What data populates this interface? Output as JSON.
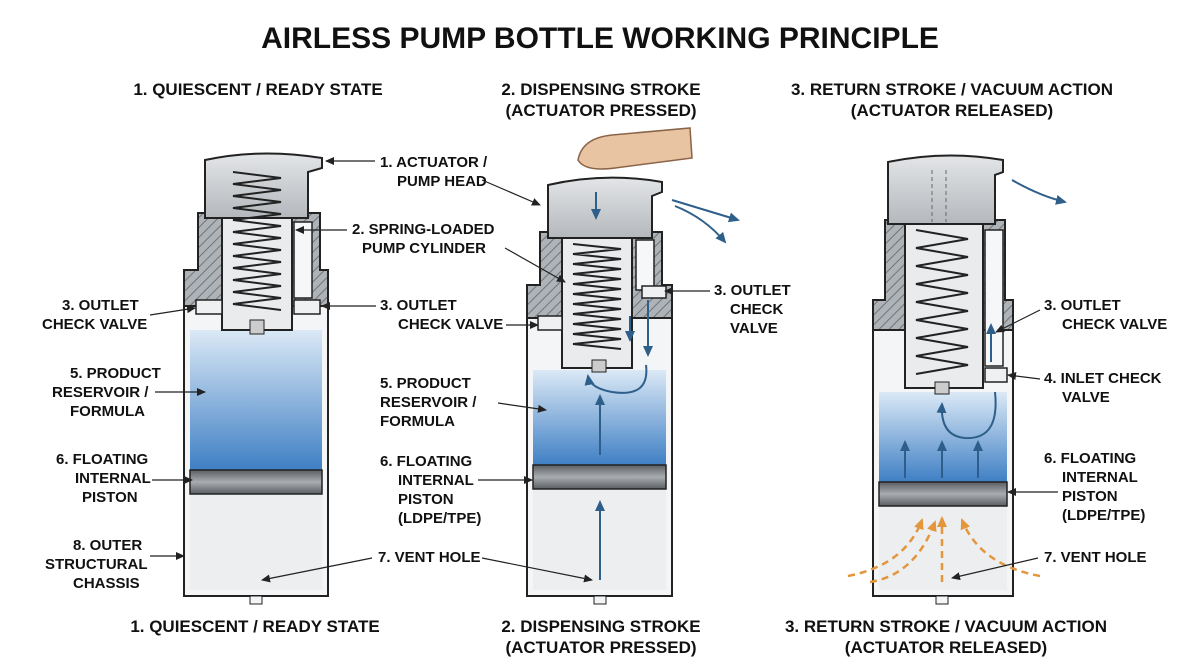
{
  "title": "AIRLESS PUMP BOTTLE WORKING PRINCIPLE",
  "stages": [
    {
      "top": [
        "1. QUIESCENT / READY STATE"
      ],
      "bottom": [
        "1. QUIESCENT / READY STATE"
      ]
    },
    {
      "top": [
        "2. DISPENSING STROKE",
        "(ACTUATOR PRESSED)"
      ],
      "bottom": [
        "2. DISPENSING STROKE",
        "(ACTUATOR PRESSED)"
      ]
    },
    {
      "top": [
        "3. RETURN STROKE / VACUUM ACTION",
        "(ACTUATOR RELEASED)"
      ],
      "bottom": [
        "3. RETURN STROKE / VACUUM ACTION",
        "(ACTUATOR RELEASED)"
      ]
    }
  ],
  "labels": {
    "actuator": [
      "1. ACTUATOR /",
      "PUMP HEAD"
    ],
    "cylinder": [
      "2. SPRING-LOADED",
      "PUMP CYLINDER"
    ],
    "outlet_left": [
      "3. OUTLET",
      "CHECK VALVE"
    ],
    "outlet_mid": [
      "3. OUTLET",
      "CHECK VALVE"
    ],
    "reservoir_left": [
      "5. PRODUCT",
      "RESERVOIR /",
      "FORMULA"
    ],
    "piston_left": [
      "6. FLOATING",
      "INTERNAL",
      "PISTON"
    ],
    "chassis": [
      "8. OUTER",
      "STRUCTURAL",
      "CHASSIS"
    ],
    "reservoir_mid": [
      "5. PRODUCT",
      "RESERVOIR /",
      "FORMULA"
    ],
    "piston_mid": [
      "6. FLOATING",
      "INTERNAL",
      "PISTON",
      "(LDPE/TPE)"
    ],
    "vent_mid": [
      "7. VENT HOLE"
    ],
    "outlet_right_stage2": [
      "3. OUTLET",
      "CHECK",
      "VALVE"
    ],
    "outlet_right": [
      "3. OUTLET",
      "CHECK VALVE"
    ],
    "inlet_right": [
      "4. INLET CHECK",
      "VALVE"
    ],
    "piston_right": [
      "6. FLOATING",
      "INTERNAL",
      "PISTON",
      "(LDPE/TPE)"
    ],
    "vent_right": [
      "7. VENT HOLE"
    ]
  },
  "colors": {
    "liquid_top": "#bcd6ee",
    "liquid_bottom": "#3f7fc4",
    "body": "#d7dadd",
    "hatch": "#8a8f94",
    "arrow_flow": "#2e5f8a",
    "vacuum_air": "#e3963c"
  },
  "icons": [
    "finger-icon",
    "spring-icon",
    "flow-arrow-icon",
    "vacuum-air-arrow-icon"
  ]
}
